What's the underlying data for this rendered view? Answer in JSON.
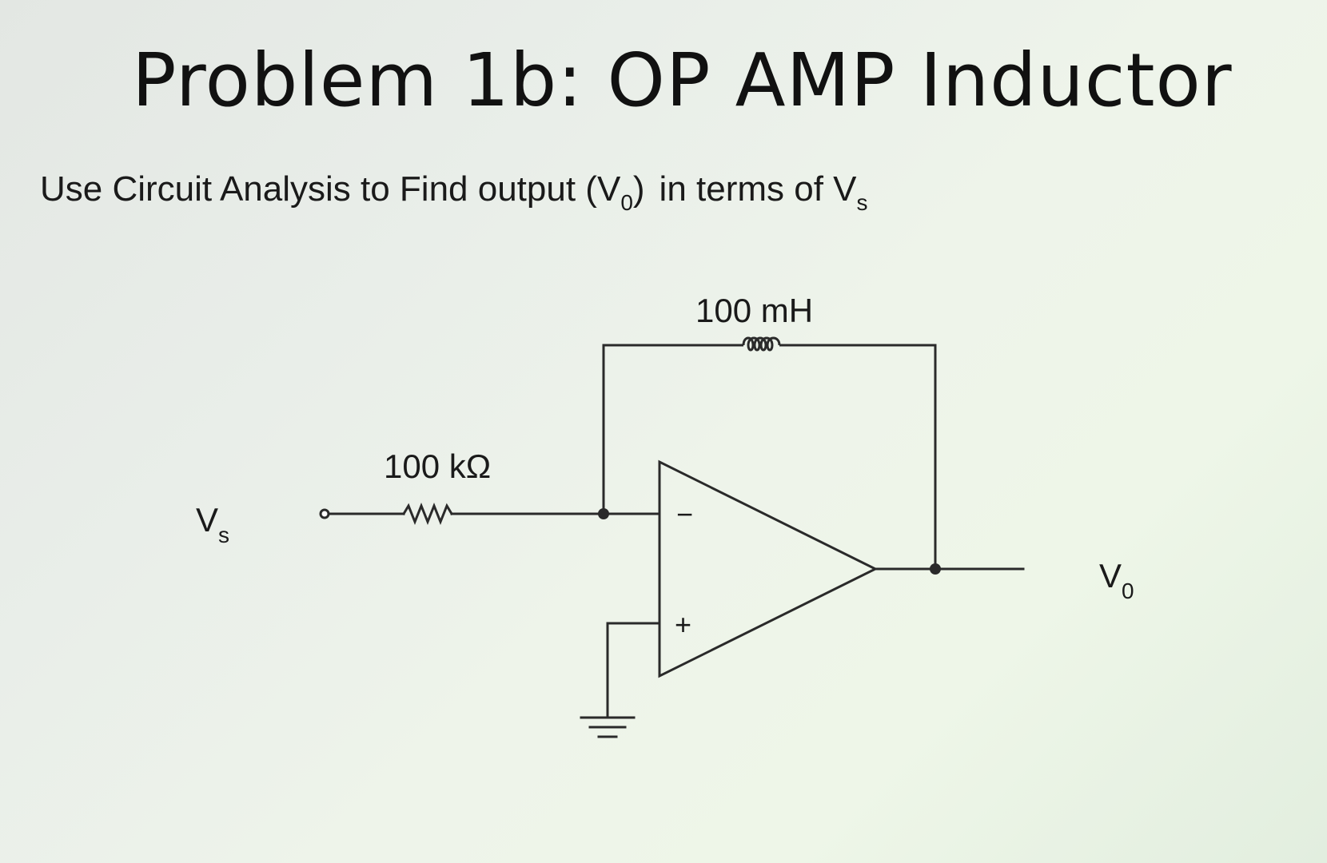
{
  "slide": {
    "title": "Problem 1b: OP AMP Inductor",
    "prompt": {
      "part1": "Use Circuit Analysis to Find output (V",
      "sub1": "0",
      "part2": ")",
      "part3": "in terms of V",
      "sub2": "s"
    }
  },
  "circuit": {
    "inductor_label": "100 mH",
    "resistor_label": "100 kΩ",
    "input_label": {
      "main": "V",
      "sub": "s"
    },
    "output_label": {
      "main": "V",
      "sub": "0"
    },
    "inverting_sign": "−",
    "noninverting_sign": "+"
  },
  "colors": {
    "wire": "#2a2a2a",
    "text": "#1a1a1a"
  }
}
